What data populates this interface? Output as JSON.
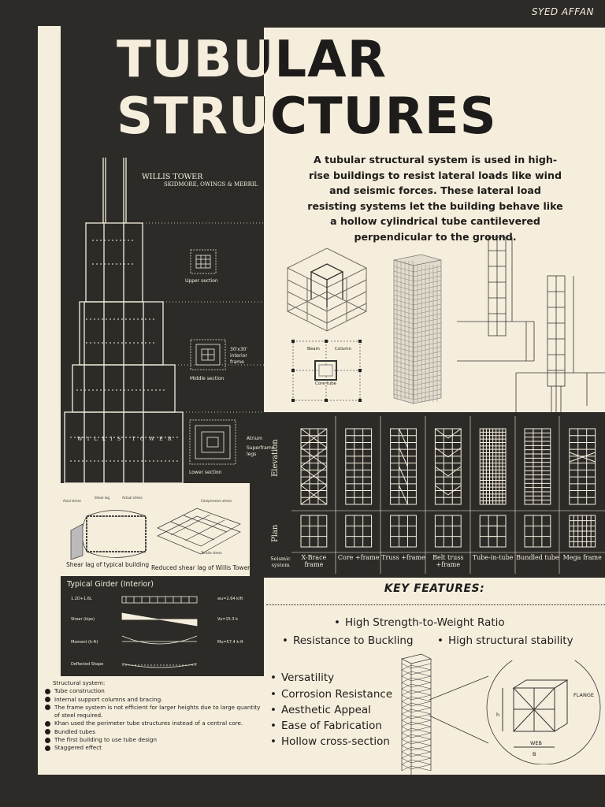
{
  "author": "SYED AFFAN",
  "title_lines": [
    "TUBULAR",
    "STRUCTURES"
  ],
  "intro": "A tubular structural system is used in high-rise buildings to resist lateral loads like wind and seismic forces. These lateral load resisting systems let the building behave like a hollow cylindrical tube cantilevered perpendicular to the ground.",
  "willis": {
    "name": "WILLIS TOWER",
    "firm": "SKIDMORE, OWINGS & MERRIL",
    "facade_label": "W I L L I S   T O W E R",
    "upper_section": "Upper section",
    "middle_section": "Middle section",
    "lower_section": "Lower section",
    "interior_frame": "30'x30' interior frame",
    "atrium": "Atrium",
    "superframe": "Superframe legs"
  },
  "diagram_labels": {
    "beam": "Beam",
    "column": "Column",
    "core_tube": "Core tube"
  },
  "shear_lag": {
    "left": "Shear lag of typical building",
    "right": "Reduced shear lag of Willis Tower"
  },
  "girder": {
    "title": "Typical Girder (Interior)",
    "rows": [
      {
        "label": "1.2D+1.6L",
        "value": "wu=2.64 k/ft"
      },
      {
        "label": "Shear (kips)",
        "value": "Vu=15.3 k"
      },
      {
        "label": "Moment (k-ft)",
        "value": "Mu=57.4 k-ft"
      },
      {
        "label": "Deflected Shape",
        "value": ""
      }
    ]
  },
  "systems": {
    "elevation_label": "Elevation",
    "plan_label": "Plan",
    "seismic_label": "Seismic system",
    "items": [
      "X-Brace frame",
      "Core +frame",
      "Truss +frame",
      "Belt truss +frame",
      "Tube-in-tube",
      "Bundled tube",
      "Mega frame"
    ]
  },
  "key_features": {
    "title": "KEY FEATURES:",
    "top": [
      "High Strength-to-Weight Ratio",
      "Resistance to Buckling",
      "High structural stability"
    ],
    "list": [
      "Versatility",
      "Corrosion Resistance",
      "Aesthetic Appeal",
      "Ease of Fabrication",
      "Hollow cross-section"
    ]
  },
  "flange_diagram": {
    "flange": "FLANGE",
    "web": "WEB",
    "b": "B",
    "h": "h"
  },
  "structural_system": {
    "title": "Structural system:",
    "items": [
      "Tube construction",
      "Internal support columns and bracing.",
      "The frame system is not efficient for larger heights due to large quantity of steel required.",
      "Khan used the perimeter tube structures instead of a central core.",
      "Bundled tubes",
      "The first building to use tube design",
      "Staggered effect"
    ]
  },
  "colors": {
    "dark": "#2d2b28",
    "cream": "#f6eedd",
    "ink": "#1e1c1a"
  }
}
